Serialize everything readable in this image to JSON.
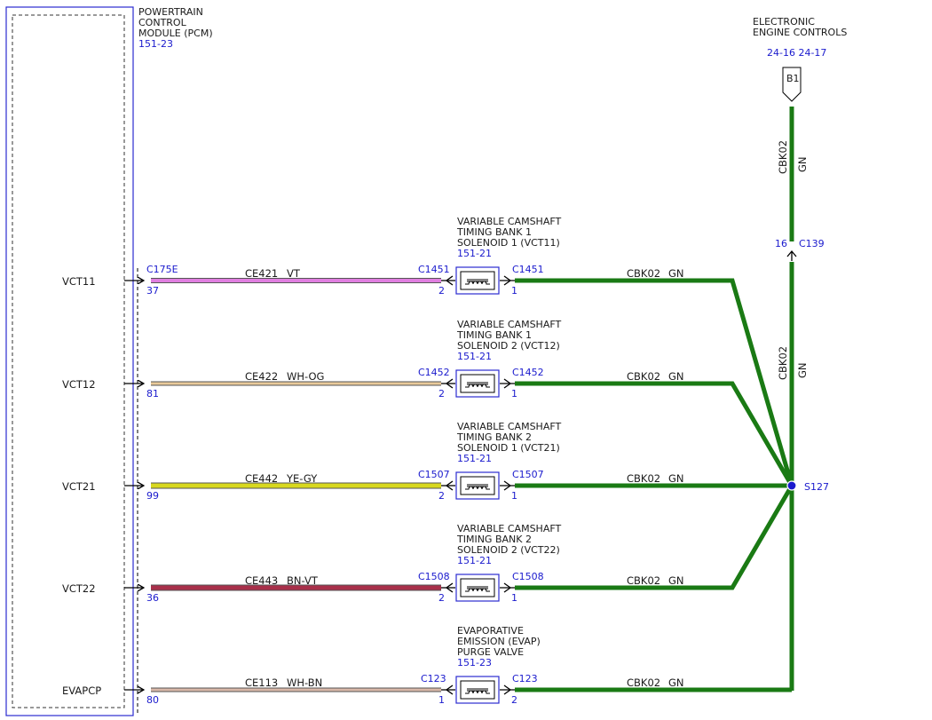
{
  "pcm": {
    "title_lines": [
      "POWERTRAIN",
      "CONTROL",
      "MODULE (PCM)"
    ],
    "ref": "151-23"
  },
  "eec": {
    "title_lines": [
      "ELECTRONIC",
      "ENGINE CONTROLS"
    ],
    "refs": "24-16 24-17",
    "tag": "B1",
    "wire_code": "CBK02",
    "wire_color": "GN",
    "connector": "C139",
    "connector_pin": "16"
  },
  "splice": {
    "label": "S127"
  },
  "trunk": {
    "wire_code": "CBK02",
    "wire_color": "GN"
  },
  "circuits": [
    {
      "signal": "VCT11",
      "pcm_connector": "C175E",
      "pcm_pin": "37",
      "wire_code": "CE421",
      "wire_color": "VT",
      "conn_left": "C1451",
      "pin_left": "2",
      "conn_right": "C1451",
      "pin_right": "1",
      "component_lines": [
        "VARIABLE CAMSHAFT",
        "TIMING BANK 1",
        "SOLENOID 1 (VCT11)"
      ],
      "component_ref": "151-21",
      "ret_wire_code": "CBK02",
      "ret_wire_color": "GN"
    },
    {
      "signal": "VCT12",
      "pcm_connector": "",
      "pcm_pin": "81",
      "wire_code": "CE422",
      "wire_color": "WH-OG",
      "conn_left": "C1452",
      "pin_left": "2",
      "conn_right": "C1452",
      "pin_right": "1",
      "component_lines": [
        "VARIABLE CAMSHAFT",
        "TIMING BANK 1",
        "SOLENOID 2 (VCT12)"
      ],
      "component_ref": "151-21",
      "ret_wire_code": "CBK02",
      "ret_wire_color": "GN"
    },
    {
      "signal": "VCT21",
      "pcm_connector": "",
      "pcm_pin": "99",
      "wire_code": "CE442",
      "wire_color": "YE-GY",
      "conn_left": "C1507",
      "pin_left": "2",
      "conn_right": "C1507",
      "pin_right": "1",
      "component_lines": [
        "VARIABLE CAMSHAFT",
        "TIMING BANK 2",
        "SOLENOID 1 (VCT21)"
      ],
      "component_ref": "151-21",
      "ret_wire_code": "CBK02",
      "ret_wire_color": "GN"
    },
    {
      "signal": "VCT22",
      "pcm_connector": "",
      "pcm_pin": "36",
      "wire_code": "CE443",
      "wire_color": "BN-VT",
      "conn_left": "C1508",
      "pin_left": "2",
      "conn_right": "C1508",
      "pin_right": "1",
      "component_lines": [
        "VARIABLE CAMSHAFT",
        "TIMING BANK 2",
        "SOLENOID 2 (VCT22)"
      ],
      "component_ref": "151-21",
      "ret_wire_code": "CBK02",
      "ret_wire_color": "GN"
    },
    {
      "signal": "EVAPCP",
      "pcm_connector": "",
      "pcm_pin": "80",
      "wire_code": "CE113",
      "wire_color": "WH-BN",
      "conn_left": "C123",
      "pin_left": "1",
      "conn_right": "C123",
      "pin_right": "2",
      "component_lines": [
        "EVAPORATIVE",
        "EMISSION (EVAP)",
        "PURGE VALVE"
      ],
      "component_ref": "151-23",
      "ret_wire_code": "CBK02",
      "ret_wire_color": "GN"
    }
  ],
  "colors": {
    "box_blue": "#2b2bd0",
    "ground_green": "#1a7a14",
    "wire_vt": "#e07ee0",
    "wire_wh_og": "#e8c99a",
    "wire_ye_gy": "#d8d81e",
    "wire_bn_vt": "#a8304a",
    "wire_wh_bn": "#d9b8a8"
  }
}
